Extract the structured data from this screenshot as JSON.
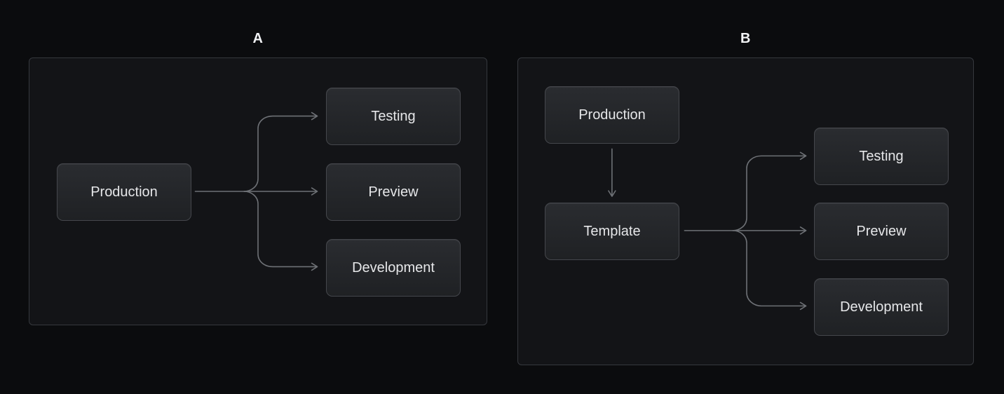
{
  "colors": {
    "page_bg": "#0b0c0e",
    "panel_bg": "#131417",
    "panel_border": "#35383d",
    "node_bg_top": "#2a2c30",
    "node_bg_bottom": "#1f2124",
    "node_border": "#45474c",
    "node_text": "#e6e7e9",
    "panel_label": "#f2f3f5",
    "edge": "#6e7176"
  },
  "diagram": {
    "type": "flowchart-comparison",
    "panels": [
      {
        "label": "A",
        "nodes": [
          {
            "id": "production",
            "label": "Production"
          },
          {
            "id": "testing",
            "label": "Testing"
          },
          {
            "id": "preview",
            "label": "Preview"
          },
          {
            "id": "development",
            "label": "Development"
          }
        ],
        "edges": [
          {
            "from": "production",
            "to": "testing"
          },
          {
            "from": "production",
            "to": "preview"
          },
          {
            "from": "production",
            "to": "development"
          }
        ]
      },
      {
        "label": "B",
        "nodes": [
          {
            "id": "production",
            "label": "Production"
          },
          {
            "id": "template",
            "label": "Template"
          },
          {
            "id": "testing",
            "label": "Testing"
          },
          {
            "id": "preview",
            "label": "Preview"
          },
          {
            "id": "development",
            "label": "Development"
          }
        ],
        "edges": [
          {
            "from": "production",
            "to": "template"
          },
          {
            "from": "template",
            "to": "testing"
          },
          {
            "from": "template",
            "to": "preview"
          },
          {
            "from": "template",
            "to": "development"
          }
        ]
      }
    ]
  }
}
